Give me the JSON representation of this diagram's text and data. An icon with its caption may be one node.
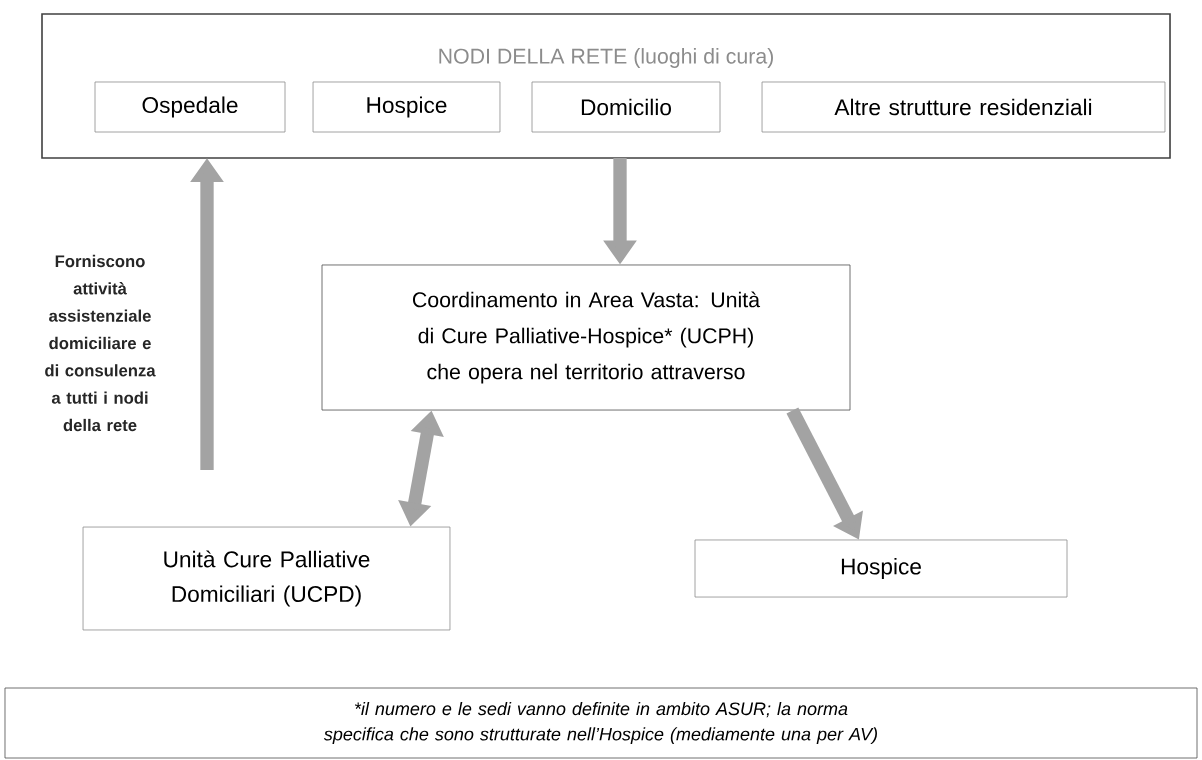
{
  "diagram": {
    "nodes": [
      {
        "text": [
          "NODI DELLA RETE (luoghi di cura)"
        ]
      },
      {
        "text": [
          "Ospedale"
        ],
        "in": 0
      },
      {
        "text": [
          "Hospice"
        ],
        "in": 0
      },
      {
        "text": [
          "Domicilio"
        ],
        "in": 0
      },
      {
        "text": [
          "Altre strutture residenziali"
        ],
        "in": 0
      },
      {
        "text": [
          "Coordinamento in Area Vasta: Unità di Cure Palliative-Hospice* (UCPH) che opera nel territorio attraverso"
        ]
      },
      {
        "text": [
          "Unità Cure Palliative Domiciliari (UCPD)"
        ]
      },
      {
        "text": [
          "Hospice"
        ]
      },
      {
        "text": [
          "*il numero e le sedi vanno definite in ambito ASUR; la norma specifica che sono strutturate nell’Hospice (mediamente una per AV)"
        ]
      }
    ],
    "edges": [
      {
        "from": null,
        "to": 0,
        "arrow": "to"
      },
      {
        "from": 0,
        "to": 5,
        "arrow": "to"
      },
      {
        "from": 5,
        "to": 6,
        "arrow": "both"
      },
      {
        "from": 5,
        "to": 7,
        "arrow": "to"
      }
    ],
    "labels": [
      "Forniscono attività assistenziale domiciliare e di consulenza a tutti i nodi della rete"
    ]
  }
}
